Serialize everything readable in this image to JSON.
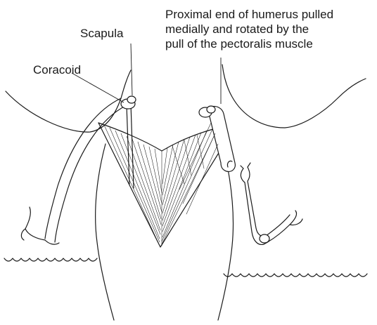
{
  "labels": {
    "scapula": "Scapula",
    "coracoid": "Coracoid",
    "humerus_line1": "Proximal end of humerus pulled",
    "humerus_line2": "medially and rotated by the",
    "humerus_line3": "pull of the pectoralis muscle"
  }
}
